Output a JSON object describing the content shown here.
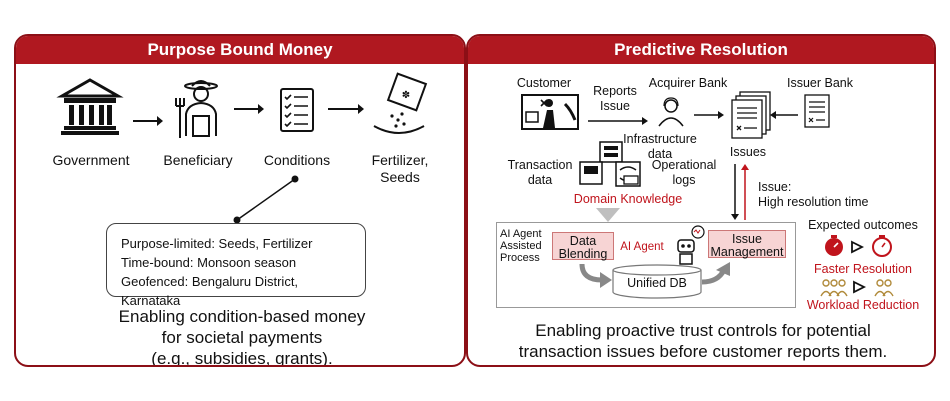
{
  "left": {
    "title": "Purpose Bound Money",
    "steps": [
      "Government",
      "Beneficiary",
      "Conditions",
      "Fertilizer,\nSeeds"
    ],
    "conditions": [
      "Purpose-limited: Seeds, Fertilizer",
      "Time-bound: Monsoon season",
      "Geofenced: Bengaluru District, Karnataka"
    ],
    "caption": [
      "Enabling condition-based money",
      "for societal payments",
      "(e.g., subsidies, grants)."
    ]
  },
  "right": {
    "title": "Predictive Resolution",
    "customer": "Customer",
    "reports_issue": [
      "Reports",
      "Issue"
    ],
    "acquirer_bank": "Acquirer Bank",
    "issuer_bank": "Issuer Bank",
    "issues": "Issues",
    "infrastructure_data": [
      "Infrastructure",
      "data"
    ],
    "transaction_data": [
      "Transaction",
      "data"
    ],
    "operational_logs": [
      "Operational",
      "logs"
    ],
    "domain_knowledge": "Domain Knowledge",
    "issue_note": [
      "Issue:",
      "High resolution time"
    ],
    "ai_process": [
      "AI Agent",
      "Assisted",
      "Process"
    ],
    "data_blending": [
      "Data",
      "Blending"
    ],
    "ai_agent": "AI Agent",
    "issue_management": [
      "Issue",
      "Management"
    ],
    "unified_db": "Unified DB",
    "expected_outcomes": "Expected outcomes",
    "faster_resolution": "Faster Resolution",
    "workload_reduction": "Workload Reduction",
    "caption": [
      "Enabling proactive trust controls for potential",
      "transaction issues before customer reports them."
    ]
  },
  "colors": {
    "accent": "#b01820",
    "pink": "#f7d4d4"
  }
}
